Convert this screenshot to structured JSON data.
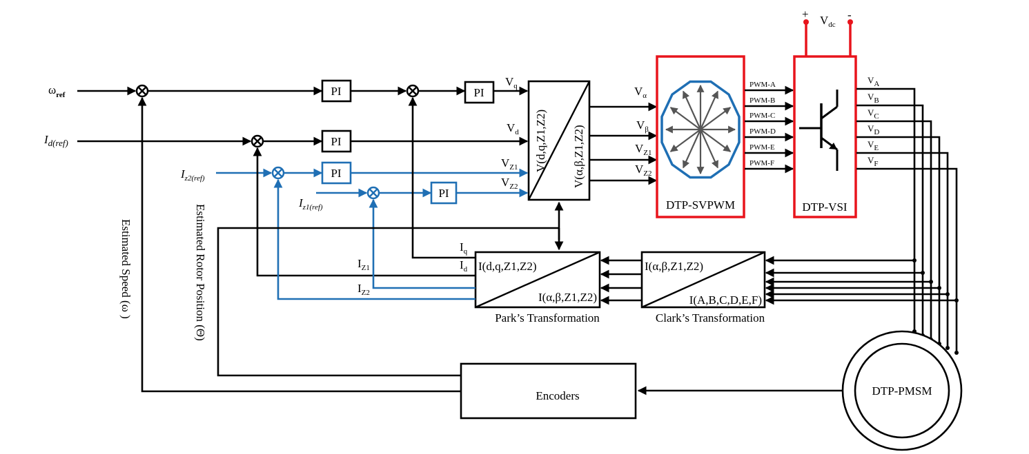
{
  "inputs": {
    "omega_ref": "ω",
    "omega_ref_sub": "ref",
    "id_ref": "I",
    "id_ref_sub": "d(ref)",
    "iz2_ref": "I",
    "iz2_ref_sub": "z2(ref)",
    "iz1_ref": "I",
    "iz1_ref_sub": "z1(ref)"
  },
  "controllers": {
    "pi_label": "PI"
  },
  "voltages": {
    "vq": "V",
    "vq_sub": "q",
    "vd": "V",
    "vd_sub": "d",
    "vz1": "V",
    "vz1_sub": "Z1",
    "vz2": "V",
    "vz2_sub": "Z2",
    "valpha": "V",
    "valpha_sub": "α",
    "vbeta": "V",
    "vbeta_sub": "β",
    "vz1b": "V",
    "vz1b_sub": "Z1",
    "vz2b": "V",
    "vz2b_sub": "Z2"
  },
  "inverse_park": {
    "in_label": "V(d,q,Z1,Z2)",
    "out_label": "V(α,β,Z1,Z2)"
  },
  "svpwm": {
    "title": "DTP-SVPWM",
    "pwm": [
      "PWM-A",
      "PWM-B",
      "PWM-C",
      "PWM-D",
      "PWM-E",
      "PWM-F"
    ]
  },
  "vsi": {
    "title": "DTP-VSI",
    "vdc": "V",
    "vdc_sub": "dc",
    "plus": "+",
    "minus": "-",
    "outputs": [
      {
        "v": "V",
        "sub": "A"
      },
      {
        "v": "V",
        "sub": "B"
      },
      {
        "v": "V",
        "sub": "C"
      },
      {
        "v": "V",
        "sub": "D"
      },
      {
        "v": "V",
        "sub": "E"
      },
      {
        "v": "V",
        "sub": "F"
      }
    ]
  },
  "park": {
    "top": "I(d,q,Z1,Z2)",
    "bottom": "I(α,β,Z1,Z2)",
    "caption": "Park’s Transformation"
  },
  "clark": {
    "top": "I(α,β,Z1,Z2)",
    "bottom": "I(A,B,C,D,E,F)",
    "caption": "Clark’s Transformation"
  },
  "feedback": {
    "iq": "I",
    "iq_sub": "q",
    "id": "I",
    "id_sub": "d",
    "iz1": "I",
    "iz1_sub": "Z1",
    "iz2": "I",
    "iz2_sub": "Z2"
  },
  "side_labels": {
    "speed": "Estimated Speed (ω )",
    "position": "Estimated Rotor Position (Θ)"
  },
  "encoders": "Encoders",
  "motor": "DTP-PMSM",
  "colors": {
    "blue": "#1f6fb4",
    "red": "#e8141c",
    "black": "#000000"
  }
}
